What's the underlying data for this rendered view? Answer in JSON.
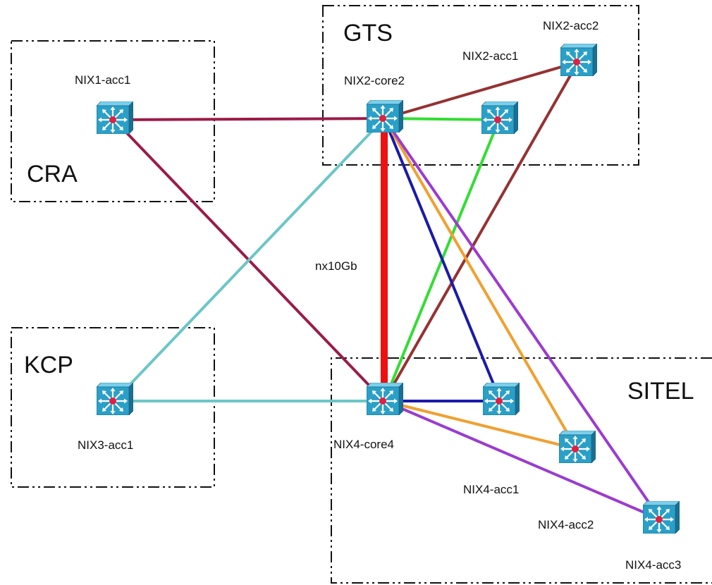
{
  "zones": [
    {
      "id": "gts",
      "label": "GTS"
    },
    {
      "id": "cra",
      "label": "CRA"
    },
    {
      "id": "kcp",
      "label": "KCP"
    },
    {
      "id": "sitel",
      "label": "SITEL"
    }
  ],
  "nodes": [
    {
      "id": "nix1-acc1",
      "label": "NIX1-acc1"
    },
    {
      "id": "nix2-core2",
      "label": "NIX2-core2"
    },
    {
      "id": "nix2-acc1",
      "label": "NIX2-acc1"
    },
    {
      "id": "nix2-acc2",
      "label": "NIX2-acc2"
    },
    {
      "id": "nix3-acc1",
      "label": "NIX3-acc1"
    },
    {
      "id": "nix4-core4",
      "label": "NIX4-core4"
    },
    {
      "id": "nix4-acc1",
      "label": "NIX4-acc1"
    },
    {
      "id": "nix4-acc2",
      "label": "NIX4-acc2"
    },
    {
      "id": "nix4-acc3",
      "label": "NIX4-acc3"
    }
  ],
  "links": [
    {
      "from": "nix1-acc1",
      "to": "nix2-core2",
      "color": "#9b1b48",
      "weight": "normal"
    },
    {
      "from": "nix1-acc1",
      "to": "nix4-core4",
      "color": "#9b1b48",
      "weight": "normal"
    },
    {
      "from": "nix2-core2",
      "to": "nix2-acc2",
      "color": "#963232",
      "weight": "normal"
    },
    {
      "from": "nix2-core2",
      "to": "nix2-acc1",
      "color": "#33dd33",
      "weight": "normal"
    },
    {
      "from": "nix2-core2",
      "to": "nix3-acc1",
      "color": "#6cc6c6",
      "weight": "normal"
    },
    {
      "from": "nix3-acc1",
      "to": "nix4-core4",
      "color": "#6cc6c6",
      "weight": "normal"
    },
    {
      "from": "nix2-core2",
      "to": "nix4-core4",
      "color": "#ee1111",
      "weight": "heavy"
    },
    {
      "from": "nix2-acc1",
      "to": "nix4-core4",
      "color": "#33dd33",
      "weight": "normal"
    },
    {
      "from": "nix2-acc2",
      "to": "nix4-core4",
      "color": "#963232",
      "weight": "normal"
    },
    {
      "from": "nix2-core2",
      "to": "nix4-acc1",
      "color": "#1a1aaa",
      "weight": "normal"
    },
    {
      "from": "nix4-core4",
      "to": "nix4-acc1",
      "color": "#1a1aaa",
      "weight": "normal"
    },
    {
      "from": "nix2-core2",
      "to": "nix4-acc2",
      "color": "#f0a030",
      "weight": "normal"
    },
    {
      "from": "nix4-core4",
      "to": "nix4-acc2",
      "color": "#f0a030",
      "weight": "normal"
    },
    {
      "from": "nix2-core2",
      "to": "nix4-acc3",
      "color": "#9b3bd0",
      "weight": "normal"
    },
    {
      "from": "nix4-core4",
      "to": "nix4-acc3",
      "color": "#9b3bd0",
      "weight": "normal"
    }
  ],
  "trunk_label": "nx10Gb",
  "icon": "layer3-switch-icon",
  "colors": {
    "switch_face": "#2aa0c8",
    "switch_top": "#7ad0ec",
    "switch_side": "#1a6f92",
    "switch_center": "#dd2244",
    "zone_border": "#111111"
  }
}
